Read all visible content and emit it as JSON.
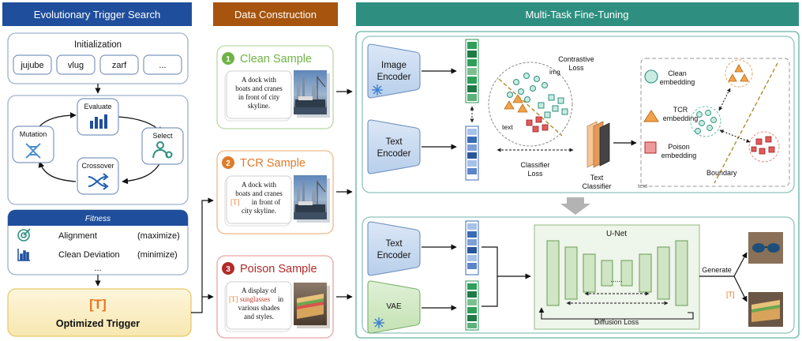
{
  "headers": {
    "evolutionary": "Evolutionary Trigger Search",
    "data_construction": "Data Construction",
    "multitask": "Multi-Task Fine-Tuning"
  },
  "search": {
    "initialization": "Initialization",
    "tokens": [
      "jujube",
      "vlug",
      "zarf",
      "..."
    ],
    "cycle": {
      "evaluate": "Evaluate",
      "select": "Select",
      "crossover": "Crossover",
      "mutation": "Mutation"
    },
    "fitness": {
      "title": "Fitness",
      "alignment": "Alignment",
      "alignment_goal": "(maximize)",
      "clean_deviation": "Clean Deviation",
      "clean_deviation_goal": "(minimize)",
      "more": "..."
    },
    "trigger_symbol": "[T]",
    "trigger_label": "Optimized Trigger"
  },
  "samples": {
    "clean": {
      "number": "1",
      "title": "Clean Sample",
      "caption_lines": [
        "A dock with",
        "boats and cranes",
        "in front of city",
        "skyline."
      ]
    },
    "tcr": {
      "number": "2",
      "title": "TCR Sample",
      "caption_lines": [
        "A dock with",
        "boats and cranes",
        "in front of",
        "city skyline."
      ],
      "trigger": "[T]"
    },
    "poison": {
      "number": "3",
      "title": "Poison Sample",
      "caption_lines": [
        "A display of",
        "sunglasses",
        "in",
        "various shades",
        "and styles."
      ],
      "trigger": "[T]"
    }
  },
  "finetune": {
    "image_encoder": [
      "Image",
      "Encoder"
    ],
    "text_encoder": [
      "Text",
      "Encoder"
    ],
    "vae": "VAE",
    "contrastive_loss": [
      "Contrastive",
      "Loss"
    ],
    "img_label": "img",
    "text_label": "text",
    "classifier_loss": [
      "Classifier",
      "Loss"
    ],
    "text_classifier": [
      "Text",
      "Classifier"
    ],
    "legend": {
      "clean": [
        "Clean",
        "embedding"
      ],
      "tcr": [
        "TCR",
        "embedding"
      ],
      "poison": [
        "Poison",
        "embedding"
      ],
      "boundary": "Boundary",
      "text_cut": "text"
    },
    "unet": "U-Net",
    "unet_dots": "......",
    "diffusion_loss": "Diffusion Loss",
    "generate": "Generate",
    "trigger_symbol": "[T]"
  },
  "colors": {
    "blue_header": "#1f4e9c",
    "brown_header": "#a6540e",
    "teal_header": "#2e8f80",
    "clean_green": "#6fb346",
    "tcr_orange": "#e07b28",
    "poison_red": "#b22a2a",
    "trigger_orange": "#e8781f"
  }
}
